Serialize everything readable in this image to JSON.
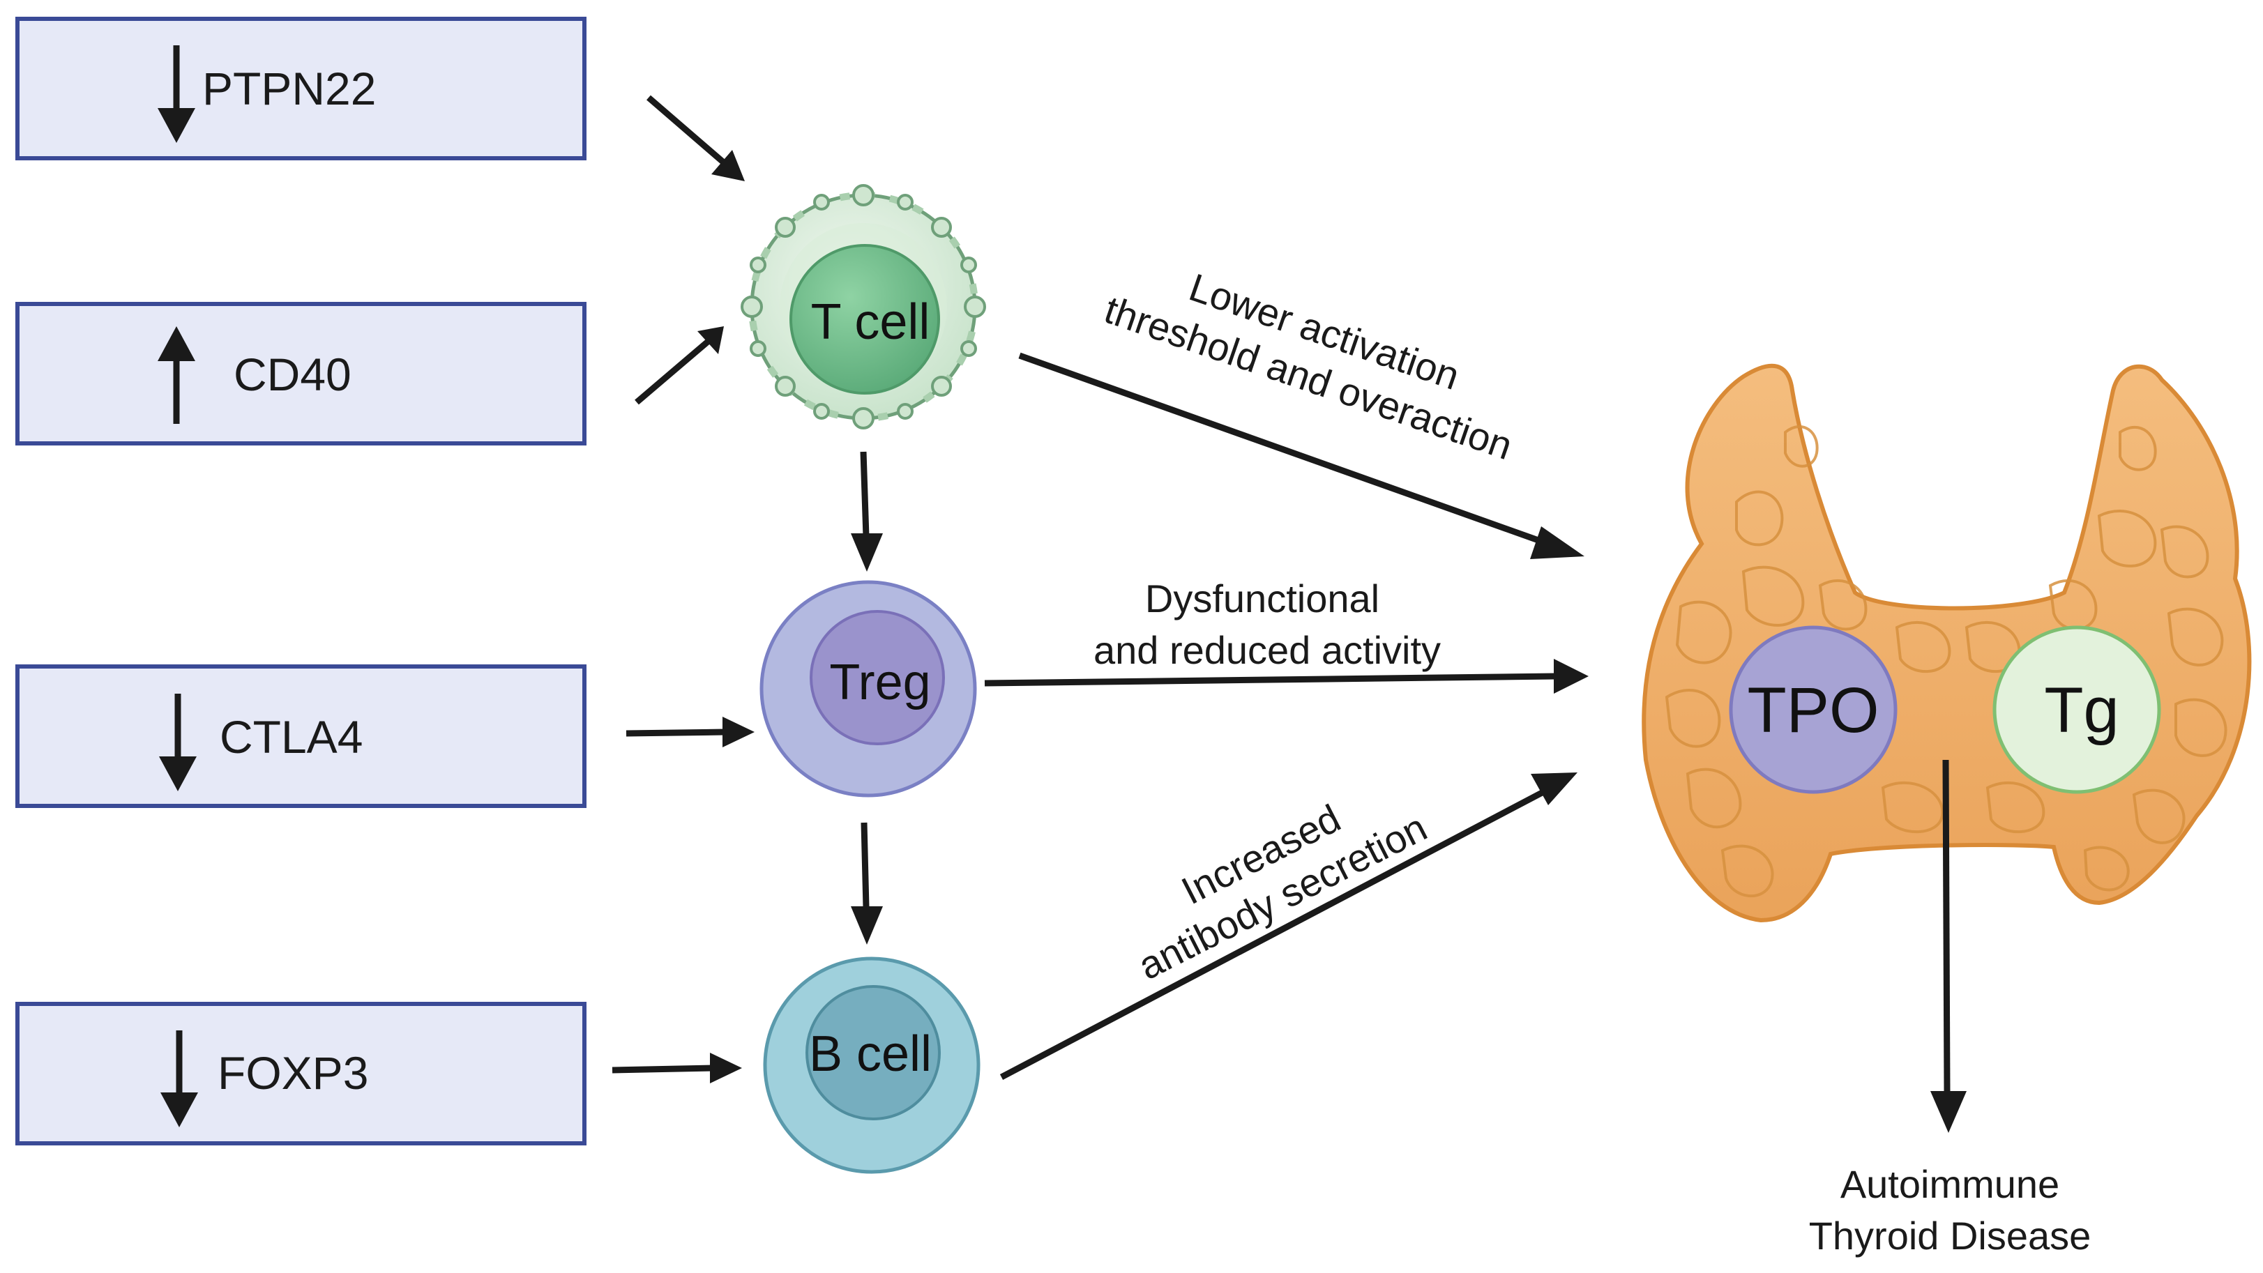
{
  "genes": [
    {
      "id": "ptpn22",
      "label": "PTPN22",
      "direction": "down"
    },
    {
      "id": "cd40",
      "label": "CD40",
      "direction": "up"
    },
    {
      "id": "ctla4",
      "label": "CTLA4",
      "direction": "down"
    },
    {
      "id": "foxp3",
      "label": "FOXP3",
      "direction": "down"
    }
  ],
  "cells": {
    "tcell": {
      "label": "T cell"
    },
    "treg": {
      "label": "Treg"
    },
    "bcell": {
      "label": "B cell"
    }
  },
  "annotations": {
    "tcell": {
      "line1": "Lower activation",
      "line2": "threshold and overaction"
    },
    "treg": {
      "line1": "Dysfunctional",
      "line2": "and reduced activity"
    },
    "bcell": {
      "line1": "Increased",
      "line2": "antibody secretion"
    }
  },
  "thyroid": {
    "tpo_label": "TPO",
    "tg_label": "Tg"
  },
  "outcome": {
    "line1": "Autoimmune",
    "line2": "Thyroid Disease"
  },
  "colors": {
    "gene_box_fill": "#e6e9f7",
    "gene_box_border": "#3a4a96",
    "tcell_outer": "#dfeede",
    "tcell_nucleus": "#6fbf8a",
    "treg_outer": "#b3b9e0",
    "treg_nucleus": "#9a93cc",
    "bcell_outer": "#9fd0dc",
    "bcell_nucleus": "#76aebf",
    "thyroid": "#f0b06a",
    "thyroid_outline": "#d98a36",
    "tpo": "#a7a3d4",
    "tg": "#e3f2dc"
  },
  "icons": [
    "down-arrow-icon",
    "up-arrow-icon",
    "t-cell-icon",
    "treg-cell-icon",
    "b-cell-icon",
    "thyroid-gland-icon"
  ]
}
